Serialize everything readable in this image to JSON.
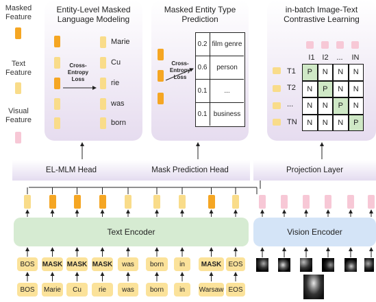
{
  "legend": {
    "masked_feature": "Masked Feature",
    "text_feature": "Text Feature",
    "visual_feature": "Visual Feature"
  },
  "panels": {
    "elmlm_title": "Entity-Level Masked Language Modeling",
    "met_title": "Masked Entity Type Prediction",
    "contrastive_title": "in-batch Image-Text Contrastive Learning"
  },
  "elmlm": {
    "loss_label": "Cross-Entropy Loss",
    "words": [
      "Marie",
      "Cu",
      "rie",
      "was",
      "born"
    ]
  },
  "met": {
    "loss_label": "Cross-Entropy Loss",
    "rows": [
      {
        "prob": "0.2",
        "type": "film genre"
      },
      {
        "prob": "0.6",
        "type": "person"
      },
      {
        "prob": "0.1",
        "type": "..."
      },
      {
        "prob": "0.1",
        "type": "business"
      }
    ]
  },
  "contrastive": {
    "col_labels": [
      "I1",
      "I2",
      "...",
      "IN"
    ],
    "row_labels": [
      "T1",
      "T2",
      "...",
      "TN"
    ],
    "matrix": [
      [
        "P",
        "N",
        "N",
        "N"
      ],
      [
        "N",
        "P",
        "N",
        "N"
      ],
      [
        "N",
        "N",
        "P",
        "N"
      ],
      [
        "N",
        "N",
        "N",
        "P"
      ]
    ]
  },
  "heads": {
    "elmlm": "EL-MLM Head",
    "mask_pred": "Mask Prediction Head",
    "projection": "Projection Layer"
  },
  "encoders": {
    "text": "Text Encoder",
    "vision": "Vision Encoder"
  },
  "input_tokens": [
    "BOS",
    "MASK",
    "MASK",
    "MASK",
    "was",
    "born",
    "in",
    "MASK",
    "EOS"
  ],
  "original_tokens": [
    "BOS",
    "Marie",
    "Cu",
    "rie",
    "was",
    "born",
    "in",
    "Warsaw",
    "EOS"
  ],
  "colors": {
    "masked": "#f5a623",
    "text": "#f9dc8a",
    "visual": "#f7c8d6",
    "text_encoder": "#d6ebd2",
    "vision_encoder": "#d4e4f7",
    "positive": "#cfe8c6"
  }
}
